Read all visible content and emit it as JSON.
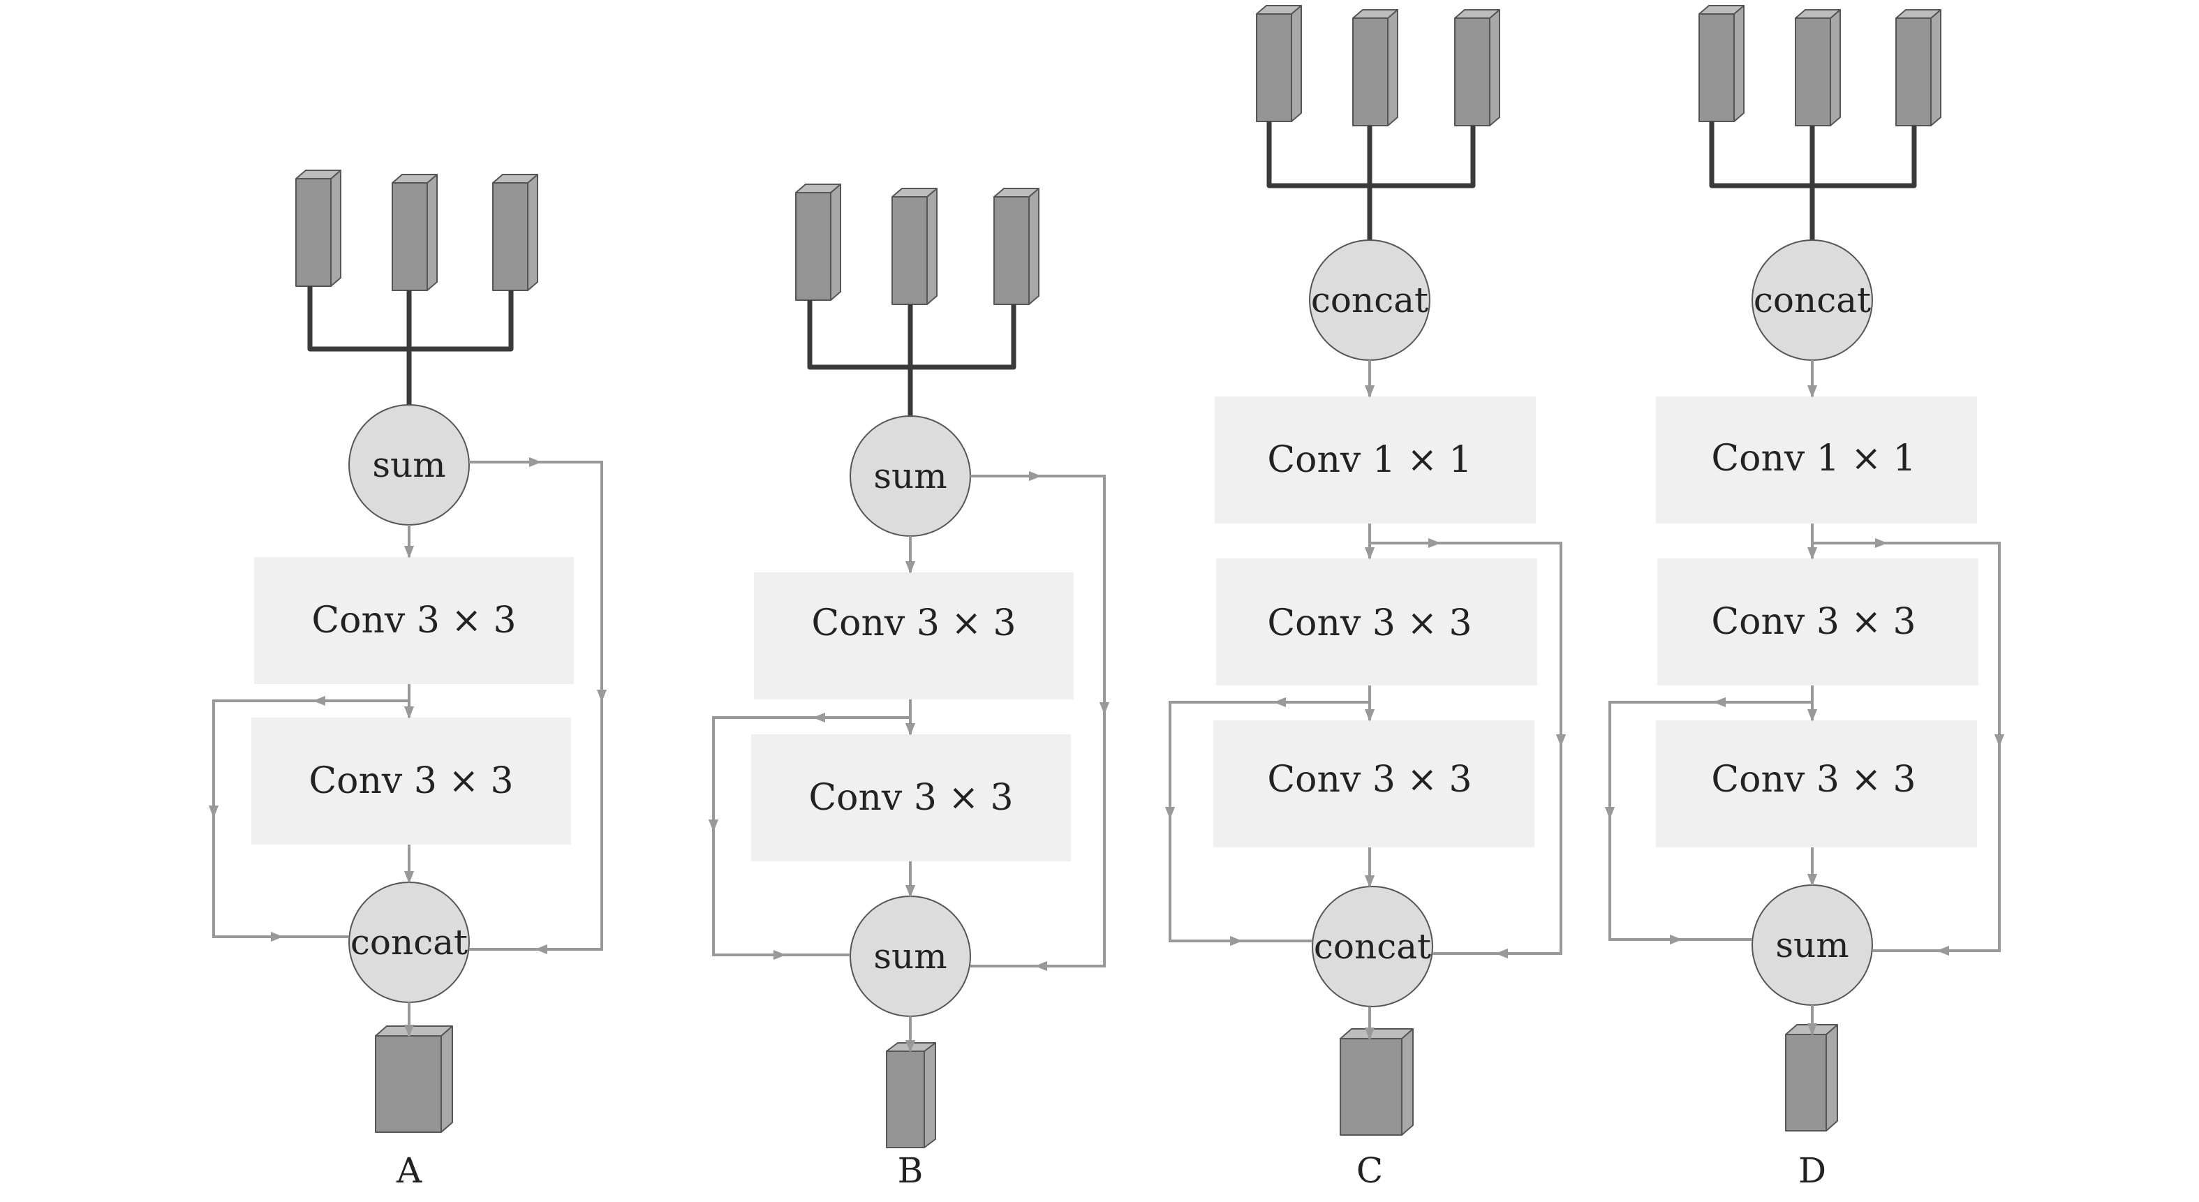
{
  "colors": {
    "block_fill": "#f0f0f0",
    "node_fill": "#dcdcdc",
    "node_stroke": "#555555",
    "tensor_front": "#959595",
    "tensor_side": "#a8a8a8",
    "tensor_top": "#bdbdbd",
    "tensor_stroke": "#555555",
    "input_wire": "#3a3a3a",
    "flow_wire": "#999999",
    "text": "#222222"
  },
  "panels": [
    {
      "label": "A",
      "input_op": "sum",
      "output_op": "concat",
      "layers": [
        "Conv 3 × 3",
        "Conv 3 × 3"
      ]
    },
    {
      "label": "B",
      "input_op": "sum",
      "output_op": "sum",
      "layers": [
        "Conv 3 × 3",
        "Conv 3 × 3"
      ]
    },
    {
      "label": "C",
      "input_op": "concat",
      "output_op": "concat",
      "layers": [
        "Conv 1 × 1",
        "Conv 3 × 3",
        "Conv 3 × 3"
      ]
    },
    {
      "label": "D",
      "input_op": "concat",
      "output_op": "sum",
      "layers": [
        "Conv 1 × 1",
        "Conv 3 × 3",
        "Conv 3 × 3"
      ]
    }
  ]
}
